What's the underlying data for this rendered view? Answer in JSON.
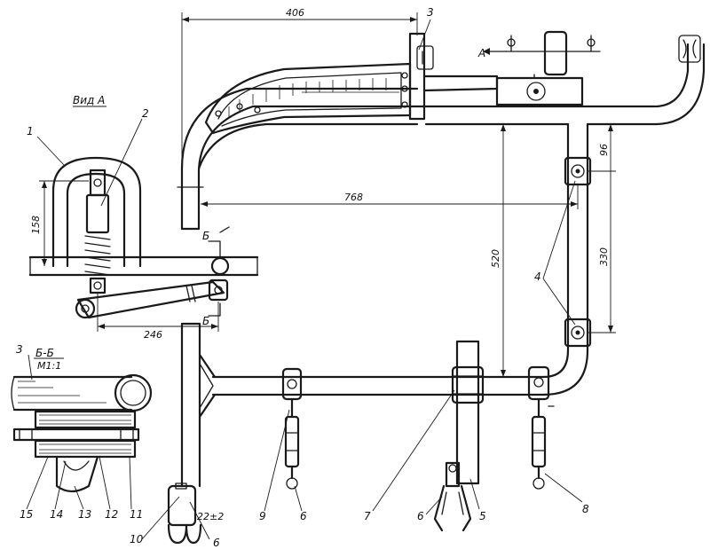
{
  "title": {
    "view_a": "Вид А",
    "section": "Б-Б",
    "scale": "М1:1"
  },
  "dimensions": {
    "top_width": "406",
    "main_width": "768",
    "right_top": "96",
    "right_mid": "330",
    "vertical_long": "520",
    "view_a_height": "158",
    "lever_length": "246",
    "clamp_offset": "22±2"
  },
  "markers": {
    "view_arrow": "А",
    "section_top": "Б",
    "section_bottom": "Б"
  },
  "callouts": {
    "c1": "1",
    "c2": "2",
    "c3a": "3",
    "c3b": "3",
    "c4": "4",
    "c5": "5",
    "c6a": "6",
    "c6b": "6",
    "c6c": "6",
    "c7": "7",
    "c8": "8",
    "c9": "9",
    "c10": "10",
    "c11": "11",
    "c12": "12",
    "c13": "13",
    "c14": "14",
    "c15": "15"
  },
  "colors": {
    "ink": "#1a1a1a",
    "paper": "#ffffff"
  }
}
